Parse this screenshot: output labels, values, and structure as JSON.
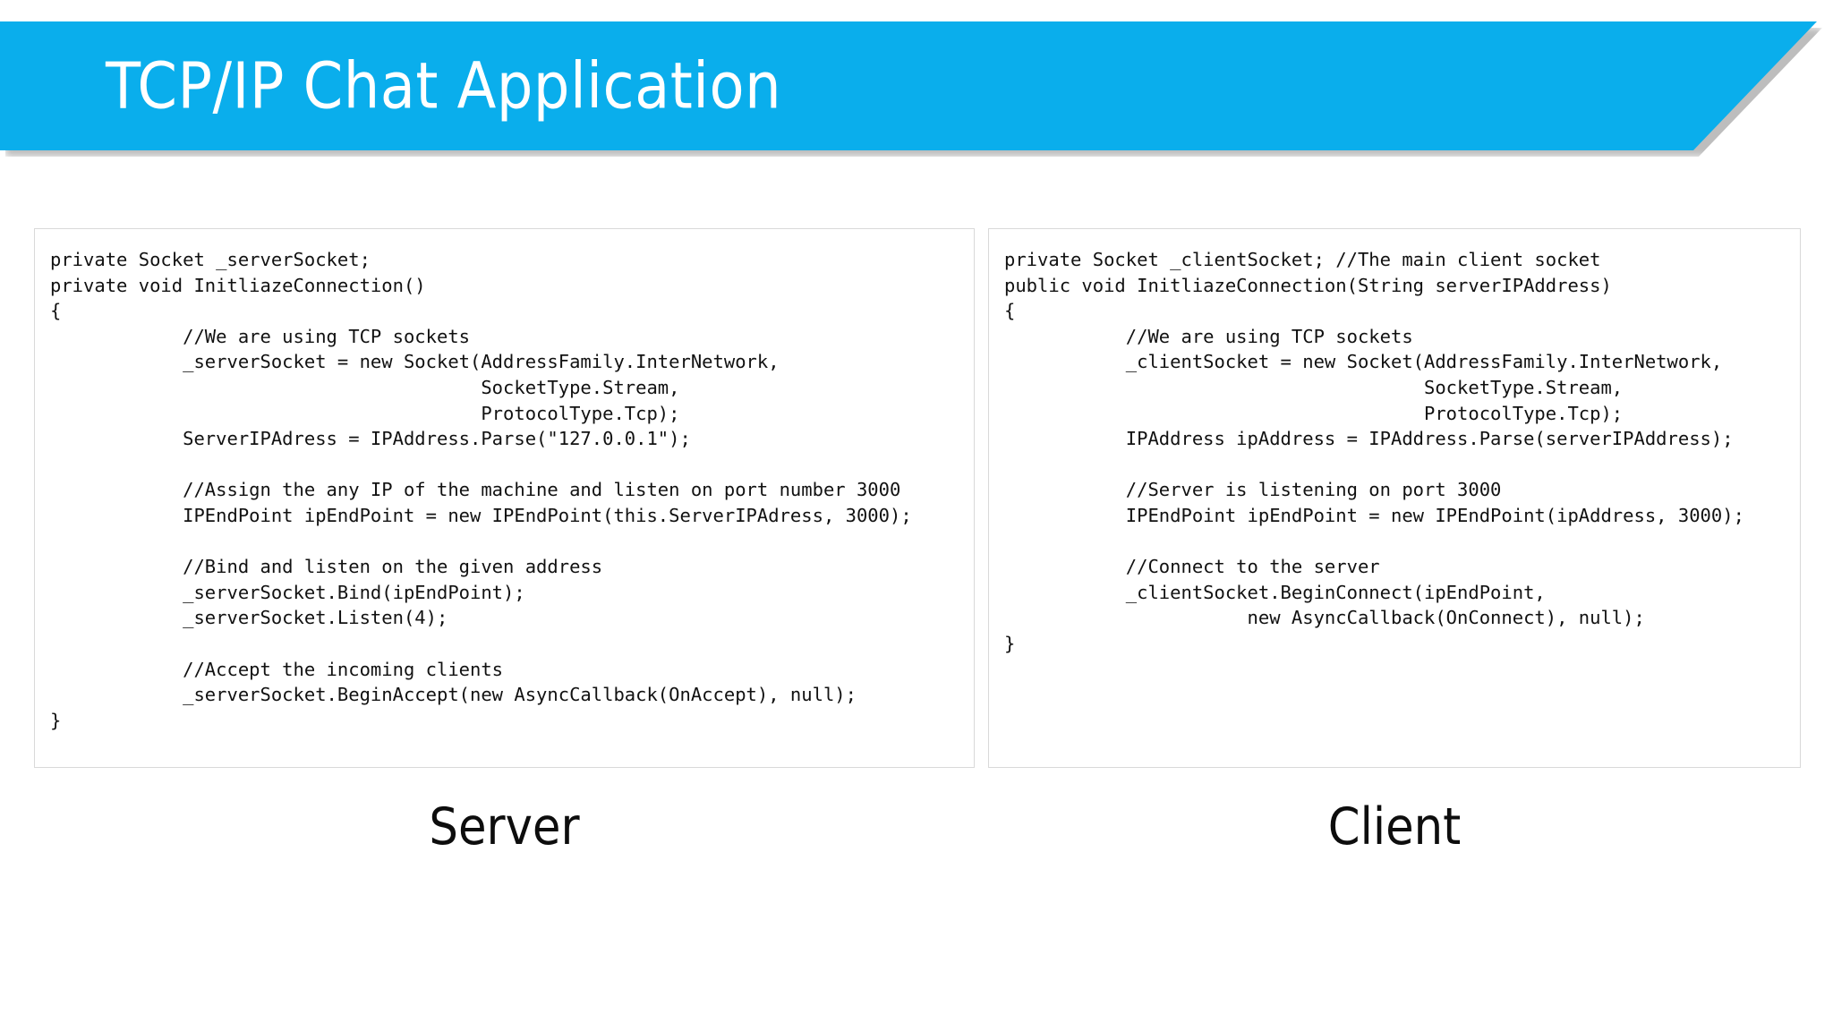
{
  "slide": {
    "title": "TCP/IP Chat Application",
    "accent_color": "#0aaeec",
    "banner_text_color": "#ffffff",
    "background_color": "#ffffff",
    "code_border_color": "#d9d9d9",
    "code_text_color": "#111111"
  },
  "panels": [
    {
      "caption": "Server",
      "code": "private Socket _serverSocket;\nprivate void InitliazeConnection()\n{\n            //We are using TCP sockets\n            _serverSocket = new Socket(AddressFamily.InterNetwork,\n                                       SocketType.Stream,\n                                       ProtocolType.Tcp);\n            ServerIPAdress = IPAddress.Parse(\"127.0.0.1\");\n\n            //Assign the any IP of the machine and listen on port number 3000\n            IPEndPoint ipEndPoint = new IPEndPoint(this.ServerIPAdress, 3000);\n\n            //Bind and listen on the given address\n            _serverSocket.Bind(ipEndPoint);\n            _serverSocket.Listen(4);\n\n            //Accept the incoming clients\n            _serverSocket.BeginAccept(new AsyncCallback(OnAccept), null);\n}"
    },
    {
      "caption": "Client",
      "code": "private Socket _clientSocket; //The main client socket\npublic void InitliazeConnection(String serverIPAddress)\n{\n           //We are using TCP sockets\n           _clientSocket = new Socket(AddressFamily.InterNetwork,\n                                      SocketType.Stream,\n                                      ProtocolType.Tcp);\n           IPAddress ipAddress = IPAddress.Parse(serverIPAddress);\n\n           //Server is listening on port 3000\n           IPEndPoint ipEndPoint = new IPEndPoint(ipAddress, 3000);\n\n           //Connect to the server\n           _clientSocket.BeginConnect(ipEndPoint,\n                      new AsyncCallback(OnConnect), null);\n}"
    }
  ]
}
